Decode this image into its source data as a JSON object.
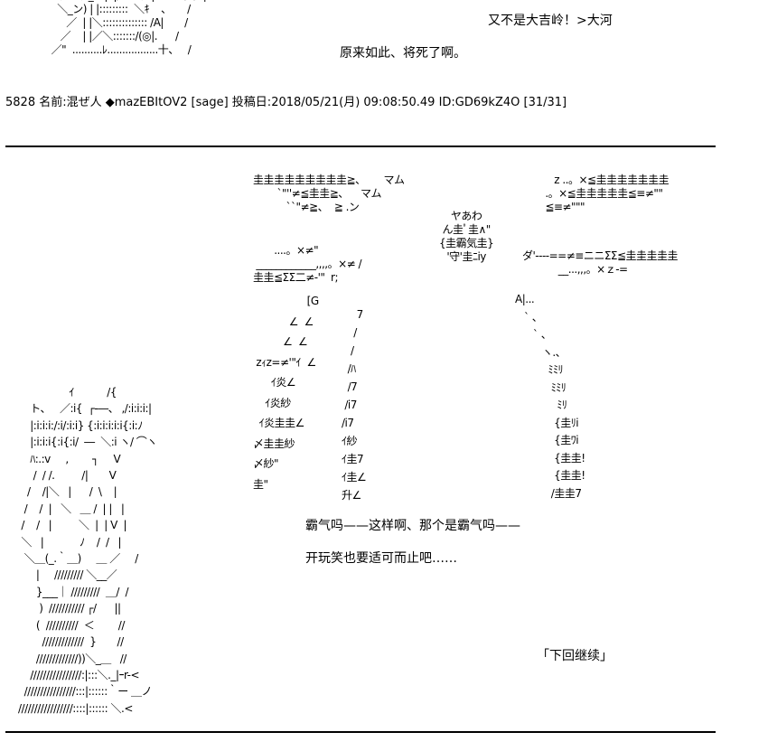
{
  "top_lines": {
    "line1": "又不是大吉岭！>大河",
    "line2": "原来如此、将死了啊。"
  },
  "post_header": "5828 名前:混ぜ人 ◆mazEBItOV2 [sage] 投稿日:2018/05/21(月) 09:08:50.49 ID:GD69kZ4O [31/31]",
  "dialog": {
    "line1": "霸气吗——这样啊、那个是霸气吗——",
    "line2": "开玩笑也要适可而止吧……"
  },
  "end_marker": "「下回继续」",
  "art": {
    "top_fragment": "  ＼、＼  _ ﾉ |  |/    ＼   |ｒ- ＜ /  /  |\n    ＼_ン) | |:::::::::  ＼ｷ    ､       /\n       ／  | |＼:::::::::::::: /A|       /\n     ／    | |／＼:::::::/(◎|.      /\n  ／\"  ..........ﾚ.................十、   /",
    "burst_center": "ヤあわ\nん圭ﾟ圭∧\"\n{圭霸気圭}\n'守'圭ﾆiy",
    "burst_upper_left": "圭圭圭圭圭圭圭圭圭≧、      マム\n        `\"''≠≦圭圭≧、    マム\n           ``\"≠≧、  ≧ .ン",
    "burst_upper_right": "    z ..。×≦圭圭圭圭圭圭圭\n .。×≦圭圭圭圭圭≦≡≠\"\"\n ≦≡≠\"\"\"",
    "burst_mid_left": "       ....。×≠\"\n ____________,,,,。×≠ /  \n圭圭≦ΣΣ二≠-'\"  r;",
    "burst_mid_right": "ダ'----==≠≡ニニΣΣ≦圭圭圭圭圭\n            __...,,,。×ｚ-=",
    "burst_rays_left": "                  [G\n            ∠  ∠\n          ∠  ∠\n zｨz=≠'\"ｲ  ∠\n      ｲ炎∠\n    ｲ炎紗\n  ｲ炎圭圭∠\n〆圭圭紗\n〆紗\"\n圭\"",
    "burst_rays_center": "     7\n    /\n   /\n  /ﾊ\n  /7\n /i7\n/i7\nｲ紗\nｲ圭7\nｲ圭∠\n升∠",
    "burst_rays_right": "A|...\n   ` 、\n      ` 、\n         ヽ.、\n           ﾐﾐﾘ\n            ﾐﾐﾘ\n              ﾐﾘ\n             {圭ﾘi\n             {圭ﾜi\n             {圭圭!\n             {圭圭!\n            /圭圭7",
    "character": "                 ｲ           /{\n    ト、   ／:i{  ┌-―、 ,/:i:i:i:|\n    |:i:i:i:/:i/:i:i} {:i:i:i:i:i{:i:ﾉ\n    |:i:i:i{:i{:i/  ―  ＼:i ヽ/ ⌒ヽ\n    ﾊ:.:v     ,        ┐     V\n     /  / /.         /|       V\n   /    /|＼   |      /  \\    |\n  /    /  |   ＼   ＿ /  | |   |\n /    /   |         ＼  |  | V  |\n ＼   |            ﾉ    /  /   |\n  ＼＿(_.｀＿)     ＿ ／     /\n      |     ///////// ＼__／\n      }___｜ /////////  ＿/  /\n       )  /////////// ┌/      ||\n      (  //////////  ＜        //\n        /////////////  }       //\n      /////////////))＼_＿   //\n    ////////////////:|:::＼._|ｰr-<\n  ////////////////:::|::::::｀ー ＿ノ\n/////////////////::::|:::::: ＼.<"
  }
}
